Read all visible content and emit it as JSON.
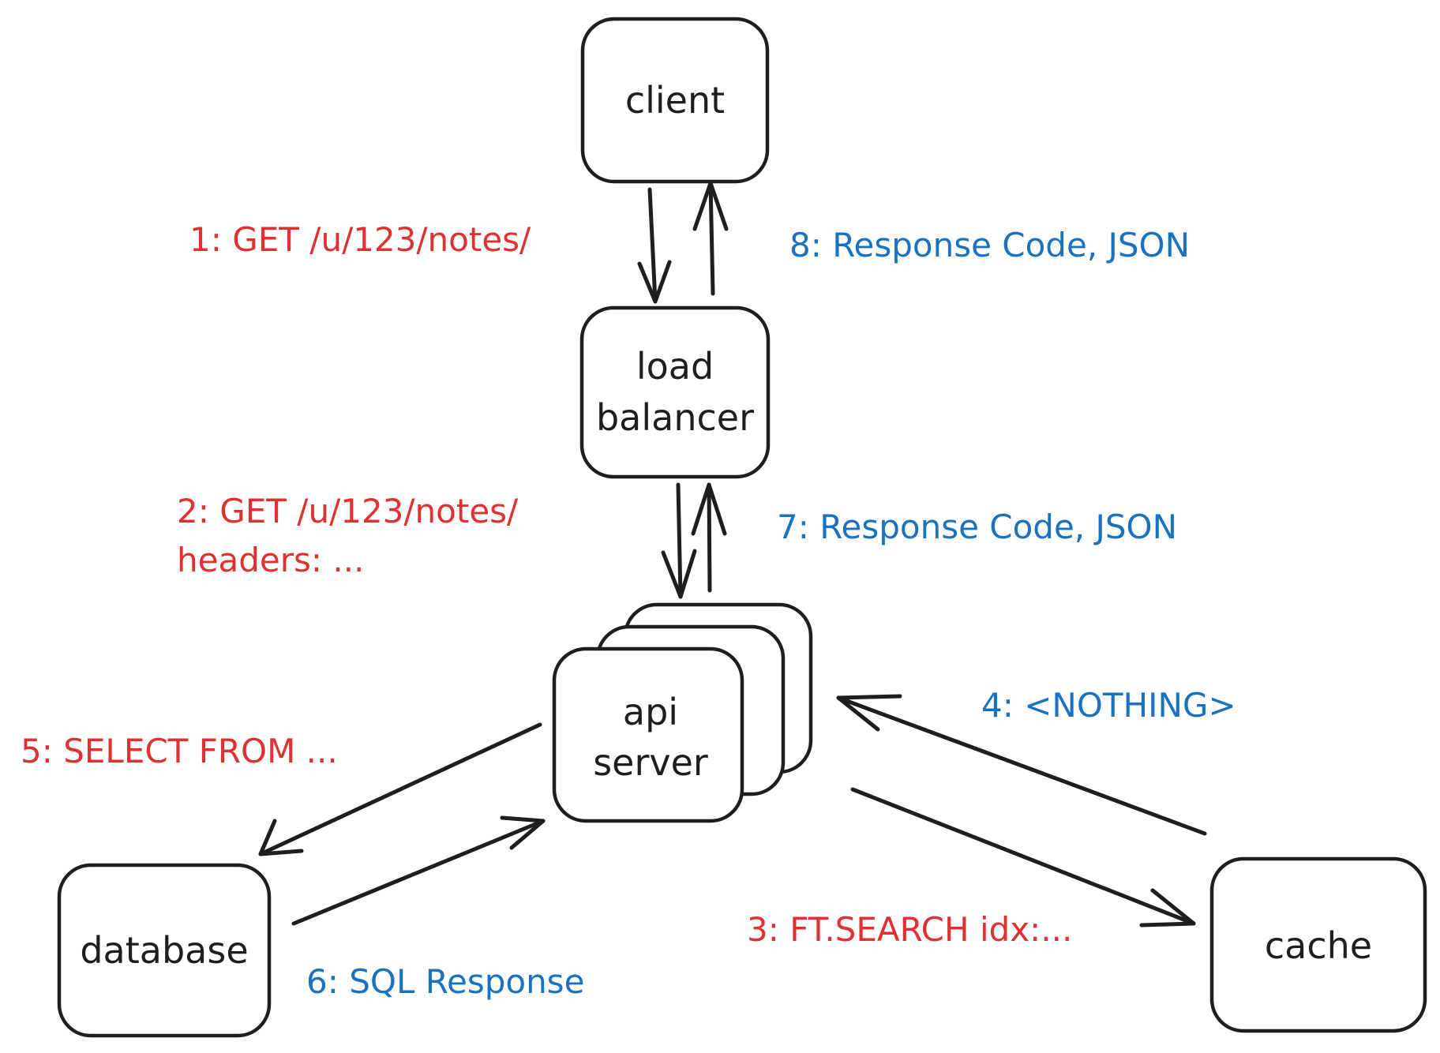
{
  "colors": {
    "stroke": "#1e1e1e",
    "request": "#e03131",
    "response": "#1971c2",
    "background": "#ffffff"
  },
  "nodes": {
    "client": {
      "lines": [
        "client"
      ]
    },
    "load_balancer": {
      "lines": [
        "load",
        "balancer"
      ]
    },
    "api_server": {
      "lines": [
        "api",
        "server"
      ]
    },
    "database": {
      "lines": [
        "database"
      ]
    },
    "cache": {
      "lines": [
        "cache"
      ]
    }
  },
  "edges": {
    "step1": {
      "lines": [
        "1: GET /u/123/notes/"
      ],
      "kind": "request"
    },
    "step2": {
      "lines": [
        "2: GET /u/123/notes/",
        "headers: ..."
      ],
      "kind": "request"
    },
    "step3": {
      "lines": [
        "3: FT.SEARCH idx:..."
      ],
      "kind": "request"
    },
    "step4": {
      "lines": [
        "4: <NOTHING>"
      ],
      "kind": "response"
    },
    "step5": {
      "lines": [
        "5: SELECT FROM ..."
      ],
      "kind": "request"
    },
    "step6": {
      "lines": [
        "6: SQL Response"
      ],
      "kind": "response"
    },
    "step7": {
      "lines": [
        "7: Response Code, JSON"
      ],
      "kind": "response"
    },
    "step8": {
      "lines": [
        "8: Response Code, JSON"
      ],
      "kind": "response"
    }
  }
}
